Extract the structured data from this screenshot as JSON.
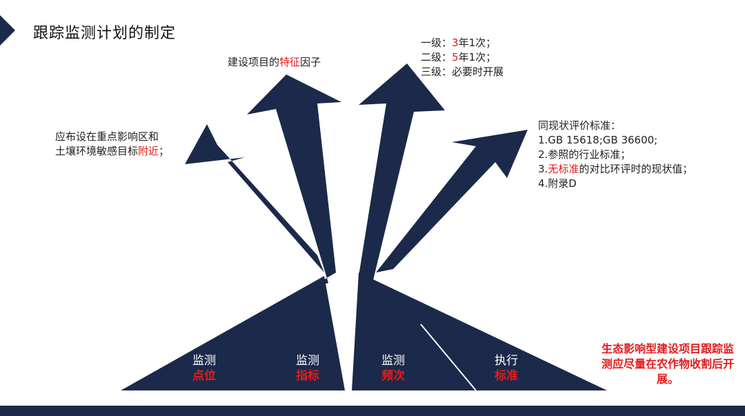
{
  "title": "跟踪监测计划的制定",
  "colors": {
    "navy": "#1b2a4a",
    "red": "#e31c1c"
  },
  "notes": {
    "left": {
      "line1": "应布设在重点影响区和",
      "line2_pre": "土壤环境敏感目标",
      "line2_red": "附近",
      "line2_post": "；"
    },
    "center": {
      "pre": "建设项目的",
      "red": "特征",
      "post": "因子"
    },
    "freq": {
      "l1_pre": "一级：",
      "l1_red": "3",
      "l1_post": "年1次；",
      "l2_pre": "二级：",
      "l2_red": "5",
      "l2_post": "年1次；",
      "l3": "三级：必要时开展"
    },
    "standard": {
      "head": "同现状评价标准：",
      "l1": "1.GB 15618;GB 36600;",
      "l2": "2.参照的行业标准；",
      "l3_pre": "3.",
      "l3_red": "无标准",
      "l3_post": "的对比环评时的现状值；",
      "l4": "4.附录D"
    }
  },
  "labels": [
    {
      "top": "监测",
      "bottom": "点位"
    },
    {
      "top": "监测",
      "bottom": "指标"
    },
    {
      "top": "监测",
      "bottom": "频次"
    },
    {
      "top": "执行",
      "bottom": "标准"
    }
  ],
  "side_note": "生态影响型建设项目跟踪监测应尽量在农作物收割后开展。"
}
